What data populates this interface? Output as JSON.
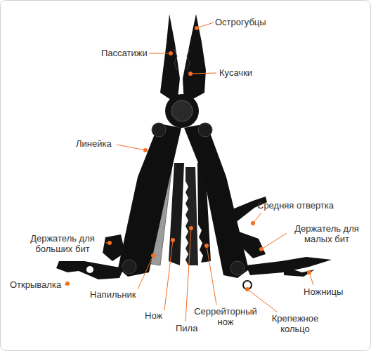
{
  "diagram": {
    "labels": [
      "Острогубцы",
      "Пассатижи",
      "Кусачки",
      "Линейка",
      "Средняя отвертка",
      "Держатель для больших бит",
      "Держатель для малых бит",
      "Открывалка",
      "Ножницы",
      "Напильник",
      "Нож",
      "Пила",
      "Серрейторный нож",
      "Крепежное кольцо"
    ]
  }
}
